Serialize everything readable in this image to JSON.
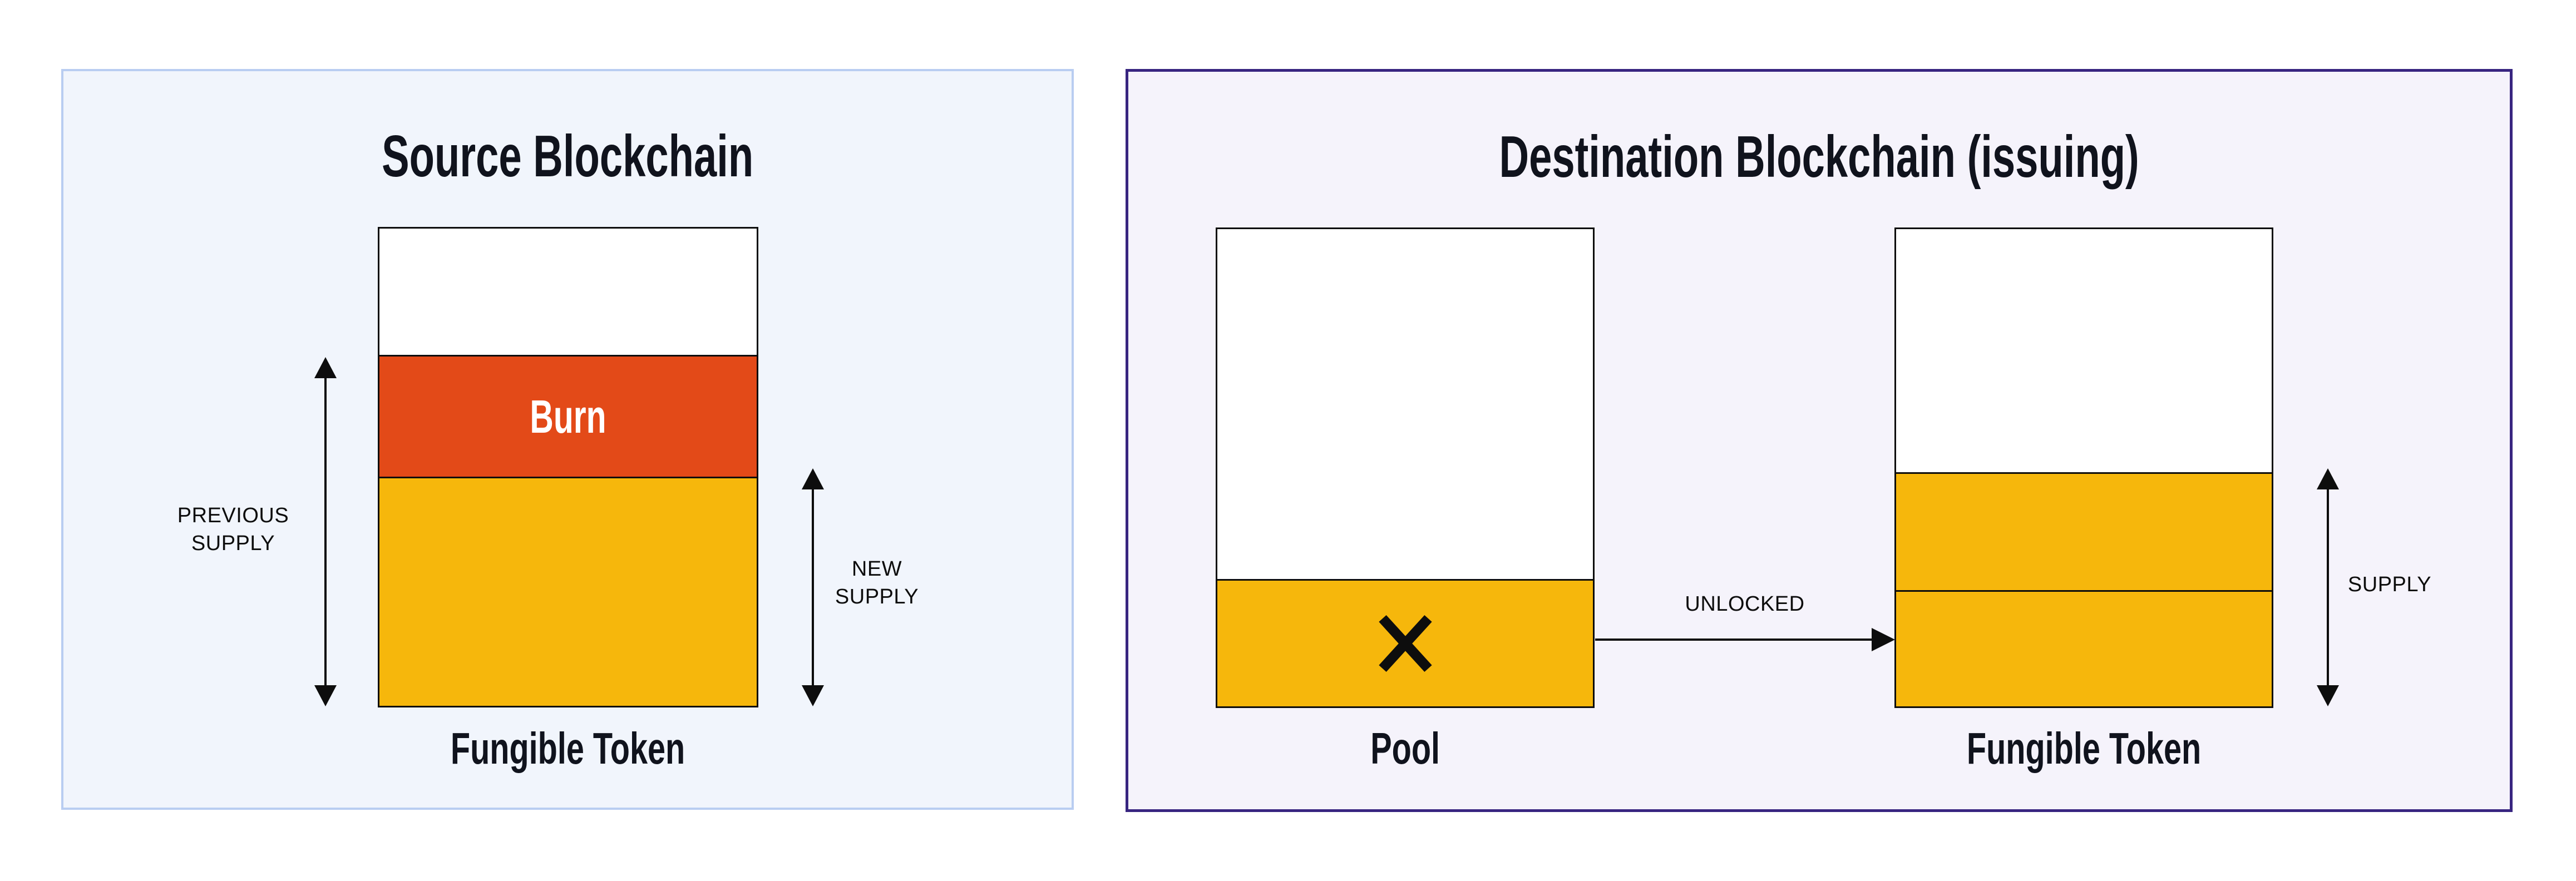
{
  "colors": {
    "page-bg": "#ffffff",
    "src-bg": "#f1f5fc",
    "src-border": "#b9cdf1",
    "dst-bg": "#f5f3fb",
    "dst-border": "#382580",
    "bar-white": "#ffffff",
    "bar-yellow": "#f6b70c",
    "burn-orange": "#e34a18",
    "burn-text": "#ffffff",
    "ink": "#10131d",
    "line": "#0d0d0d"
  },
  "source_panel": {
    "title": "Source Blockchain",
    "bar_label": "Fungible Token",
    "burn_label": "Burn",
    "previous_supply": {
      "line1": "PREVIOUS",
      "line2": "SUPPLY"
    },
    "new_supply": {
      "line1": "NEW",
      "line2": "SUPPLY"
    },
    "bar_segments": [
      {
        "name": "unfilled",
        "color": "#ffffff",
        "fraction": 0.27
      },
      {
        "name": "burn",
        "label": "Burn",
        "color": "#e34a18",
        "fraction": 0.25
      },
      {
        "name": "new-supply",
        "color": "#f6b70c",
        "fraction": 0.48
      }
    ]
  },
  "destination_panel": {
    "title": "Destination Blockchain (issuing)",
    "pool_label": "Pool",
    "pool_x_mark_glyph": "✕",
    "unlocked_label": "UNLOCKED",
    "token_bar_label": "Fungible Token",
    "supply_label": "SUPPLY",
    "pool_segments": [
      {
        "name": "unfilled",
        "color": "#ffffff",
        "fraction": 0.73
      },
      {
        "name": "removed-from-pool",
        "color": "#f6b70c",
        "fraction": 0.27
      }
    ],
    "token_segments": [
      {
        "name": "unfilled",
        "color": "#ffffff",
        "fraction": 0.51
      },
      {
        "name": "existing-supply",
        "color": "#f6b70c",
        "fraction": 0.245
      },
      {
        "name": "unlocked-supply",
        "color": "#f6b70c",
        "fraction": 0.245
      }
    ]
  }
}
